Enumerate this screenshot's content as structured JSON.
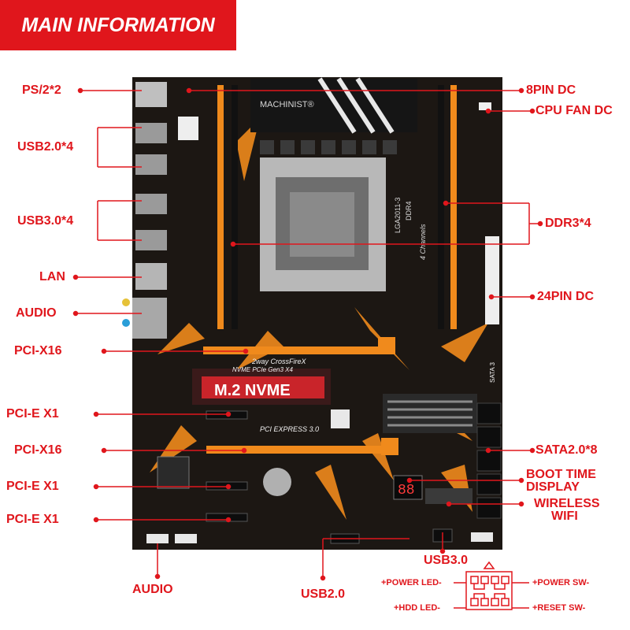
{
  "header": {
    "title": "MAIN INFORMATION"
  },
  "board": {
    "brand": "MACHINIST®",
    "socket": "LGA2011-3",
    "ddr": "DDR4",
    "channels": "4 Channels",
    "crossfire": "2way CrossFireX",
    "nvme_sub": "NVME PCIe Gen3 X4",
    "nvme_big": "M.2 NVME",
    "pci_express": "PCI EXPRESS 3.0",
    "boot_digits": "88",
    "sata_mark": "SATA 3"
  },
  "labels": {
    "ps2": "PS/2*2",
    "usb20x4": "USB2.0*4",
    "usb30x4": "USB3.0*4",
    "lan": "LAN",
    "audio_io": "AUDIO",
    "pcix16_a": "PCI-X16",
    "pcie_x1_a": "PCI-E X1",
    "pcix16_b": "PCI-X16",
    "pcie_x1_b": "PCI-E X1",
    "pcie_x1_c": "PCI-E X1",
    "audio_bottom": "AUDIO",
    "usb20_bottom": "USB2.0",
    "pin8": "8PIN DC",
    "cpu_fan": "CPU FAN DC",
    "ddr3x4": "DDR3*4",
    "pin24": "24PIN DC",
    "sata": "SATA2.0*8",
    "boot_line1": "BOOT TIME",
    "boot_line2": "DISPLAY",
    "wifi_line1": "WIRELESS",
    "wifi_line2": "WIFI",
    "usb30_bottom": "USB3.0",
    "power_led": "+POWER LED-",
    "power_sw": "+POWER SW-",
    "hdd_led": "+HDD LED-",
    "reset_sw": "+RESET SW-"
  },
  "colors": {
    "accent_red": "#e0161c",
    "pcb_dark": "#1c1713",
    "orange": "#f08a1c",
    "slot_black": "#0d0d0d"
  }
}
